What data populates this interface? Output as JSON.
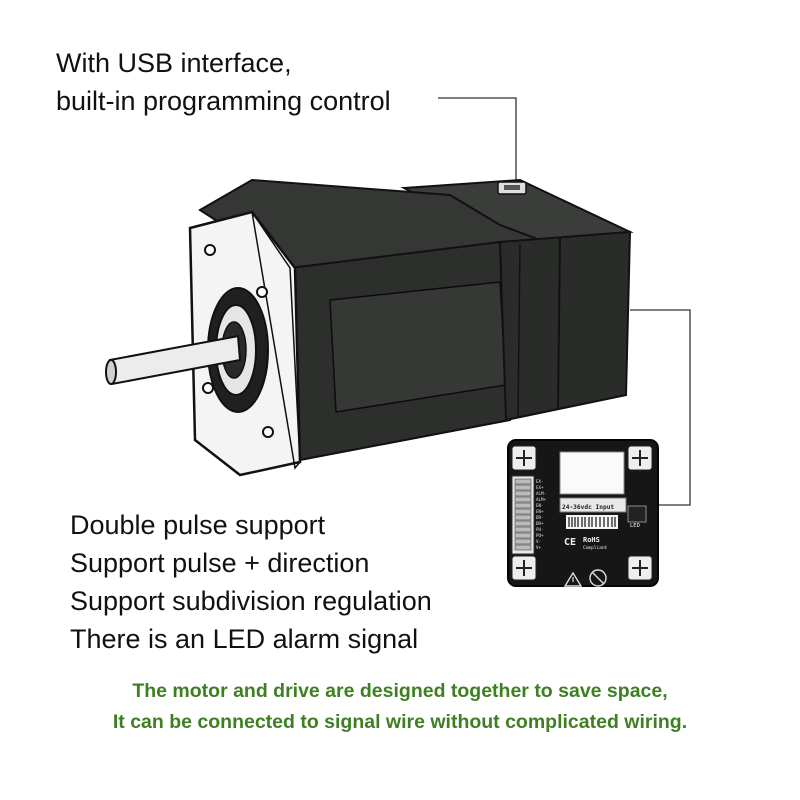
{
  "colors": {
    "motor_body": "#2c2f2c",
    "motor_edge": "#111311",
    "flange": "#ffffff",
    "green_text": "#3f7f23",
    "drive_plate": "#161616"
  },
  "callouts": {
    "usb_line1": "With USB interface,",
    "usb_line2": "built-in programming control"
  },
  "features": [
    "Double pulse support",
    "Support pulse + direction",
    "Support subdivision regulation",
    "There is an LED alarm signal"
  ],
  "footer": {
    "line1": "The motor and drive are designed together to save space,",
    "line2": "It can be connected to signal wire without complicated wiring."
  },
  "drive_panel": {
    "input_label": "24-36vdc Input",
    "led_label": "LED",
    "ce_mark": "CE",
    "rohs_mark": "RoHS",
    "rohs_sub": "Compliant",
    "pins": [
      "EX-",
      "EX+",
      "ALM-",
      "ALM+",
      "EN-",
      "EN+",
      "DR-",
      "DR+",
      "PU-",
      "PU+",
      "V-",
      "V+"
    ]
  },
  "icons": [
    "usb-port-icon",
    "ce-mark-icon",
    "warning-icon",
    "no-disposal-icon",
    "mounting-screw-icon"
  ]
}
